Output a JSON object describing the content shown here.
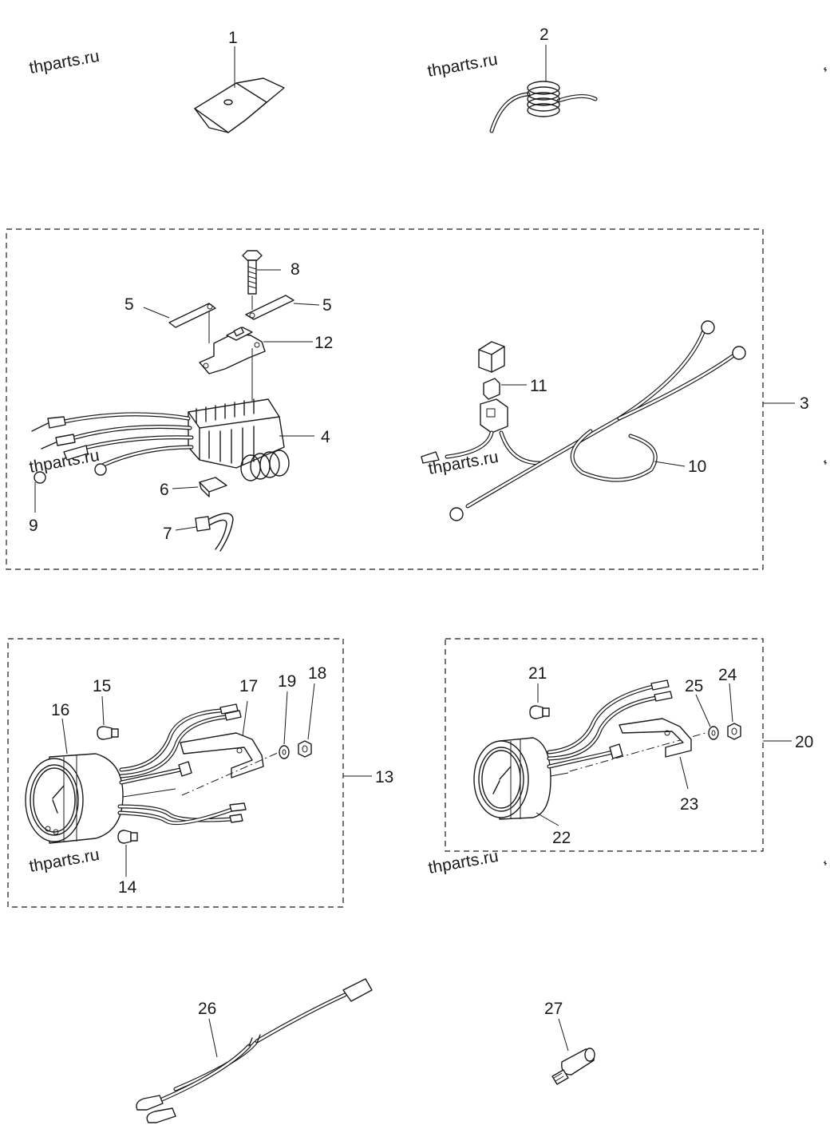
{
  "watermark": "thparts.ru",
  "callouts": {
    "c1": "1",
    "c2": "2",
    "c3": "3",
    "c4": "4",
    "c5a": "5",
    "c5b": "5",
    "c6": "6",
    "c7": "7",
    "c8": "8",
    "c9": "9",
    "c10": "10",
    "c11": "11",
    "c12": "12",
    "c13": "13",
    "c14": "14",
    "c15": "15",
    "c16": "16",
    "c17": "17",
    "c18": "18",
    "c19": "19",
    "c20": "20",
    "c21": "21",
    "c22": "22",
    "c23": "23",
    "c24": "24",
    "c25": "25",
    "c26": "26",
    "c27": "27"
  }
}
